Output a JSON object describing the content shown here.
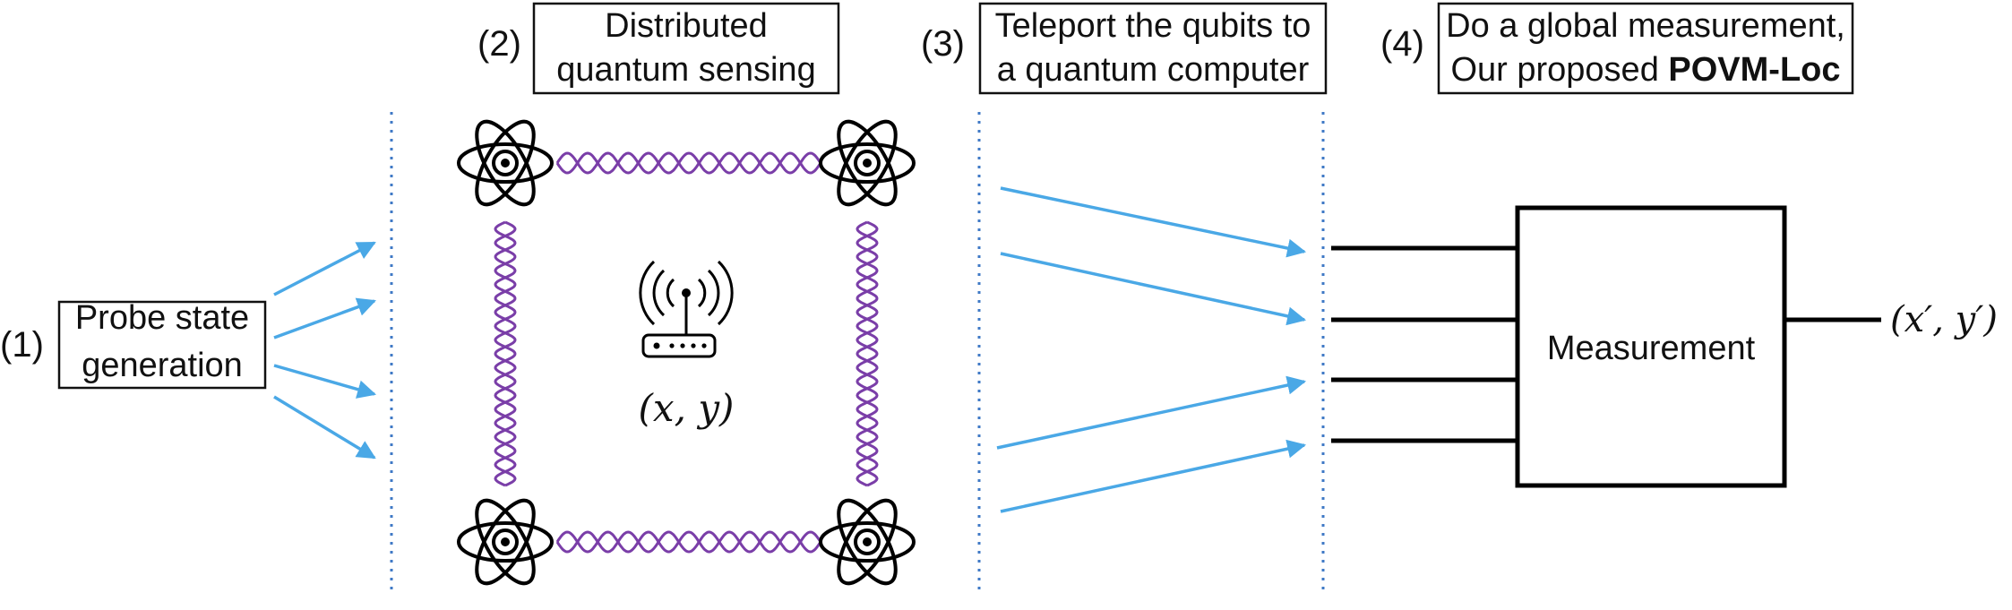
{
  "steps": {
    "s1": {
      "number": "(1)",
      "line1": "Probe state",
      "line2": "generation"
    },
    "s2": {
      "number": "(2)",
      "line1": "Distributed",
      "line2": "quantum sensing"
    },
    "s3": {
      "number": "(3)",
      "line1": "Teleport the qubits to",
      "line2": "a quantum computer"
    },
    "s4": {
      "number": "(4)",
      "line1": "Do a global measurement,",
      "line2_prefix": "Our proposed ",
      "line2_bold": "POVM-Loc"
    }
  },
  "sensor_label": "(x, y)",
  "measurement_label": "Measurement",
  "output_label": "(x′, y′)",
  "icons": {
    "atom": "atom-icon",
    "router": "wireless-router-icon",
    "entanglement": "entanglement-link"
  },
  "colors": {
    "arrow": "#4aa8e6",
    "divider": "#3f79c6",
    "entanglement": "#7a3ea8",
    "ink": "#000000"
  }
}
